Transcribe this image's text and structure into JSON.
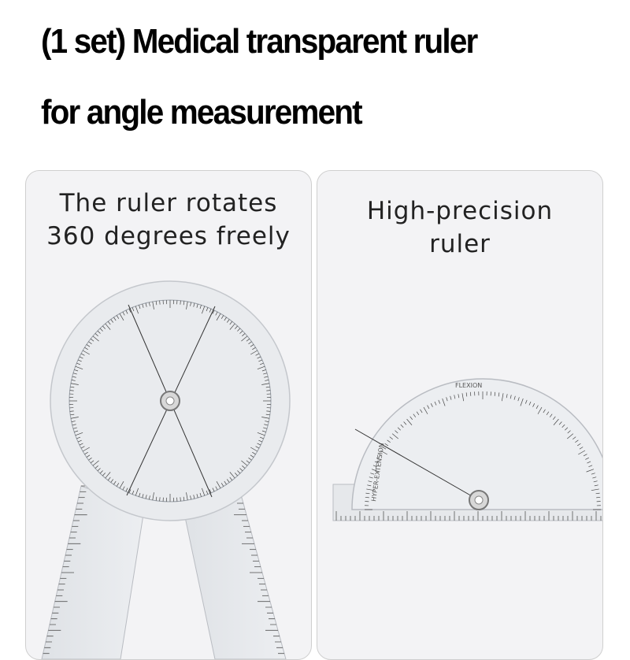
{
  "headline": {
    "line1": "(1 set) Medical transparent ruler",
    "line2": "for angle measurement"
  },
  "panels": [
    {
      "caption_line1": "The ruler rotates",
      "caption_line2": "360 degrees freely"
    },
    {
      "caption_line1": "High-precision",
      "caption_line2": "ruler"
    }
  ],
  "protractor_labels": {
    "flexion": "FLEXION",
    "hyper_extension": "HYPER-EXTENSION"
  },
  "colors": {
    "background": "#ffffff",
    "panel": "#f3f3f5",
    "border": "#cfcfcf",
    "tick_red": "#d83a3a"
  }
}
